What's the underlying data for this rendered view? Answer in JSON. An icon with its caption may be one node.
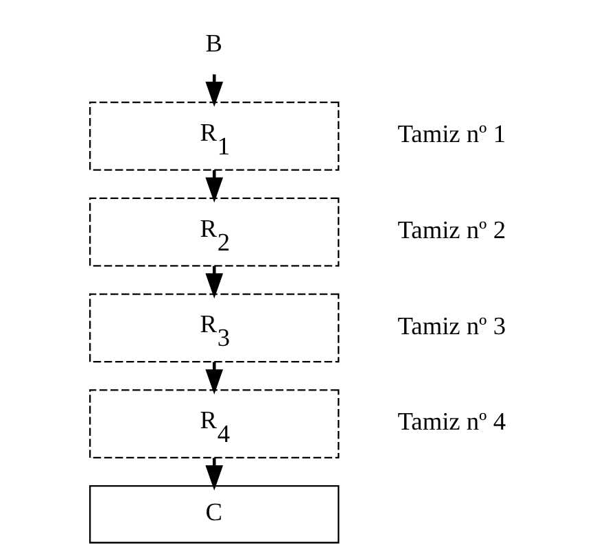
{
  "diagram": {
    "nodes": [
      {
        "text": [
          "B"
        ]
      },
      {
        "text": [
          "R$_{1}$"
        ],
        "beside": [
          "Tamiz nº 1"
        ]
      },
      {
        "text": [
          "R$_{2}$"
        ],
        "beside": [
          "Tamiz nº 2"
        ]
      },
      {
        "text": [
          "R$_{3}$"
        ],
        "beside": [
          "Tamiz nº 3"
        ]
      },
      {
        "text": [
          "R$_{4}$"
        ],
        "beside": [
          "Tamiz nº 4"
        ]
      },
      {
        "text": [
          "C"
        ]
      }
    ],
    "edges": [
      {
        "from": 0,
        "to": 1,
        "arrow": "to"
      },
      {
        "from": 1,
        "to": 2,
        "arrow": "to"
      },
      {
        "from": 2,
        "to": 3,
        "arrow": "to"
      },
      {
        "from": 3,
        "to": 4,
        "arrow": "to"
      },
      {
        "from": 4,
        "to": 5,
        "arrow": "to"
      }
    ]
  }
}
